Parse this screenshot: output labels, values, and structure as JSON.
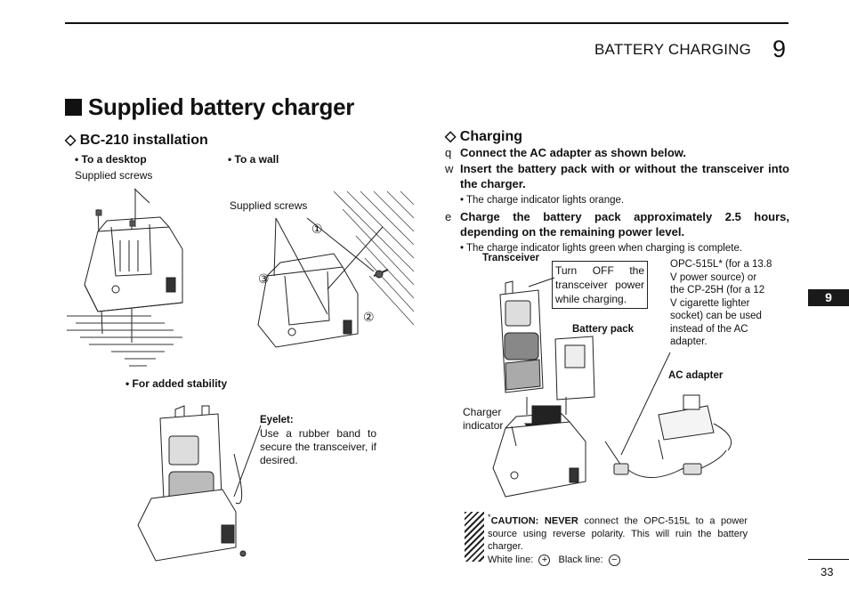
{
  "header": {
    "section_title": "BATTERY CHARGING",
    "chapter_number": "9"
  },
  "title": "Supplied battery charger",
  "installation": {
    "heading": "BC-210 installation",
    "desktop_label": "• To a desktop",
    "desktop_screws": "Supplied screws",
    "wall_label": "• To a wall",
    "wall_screws": "Supplied screws",
    "stability_label": "• For added stability",
    "eyelet_title": "Eyelet:",
    "eyelet_text": "Use a rubber band to secure the transceiver, if desired."
  },
  "charging": {
    "heading": "Charging",
    "steps": [
      {
        "marker": "q",
        "text": "Connect the AC adapter as shown below."
      },
      {
        "marker": "w",
        "text": "Insert the battery pack with or without the transceiver into the charger."
      },
      {
        "marker": "e",
        "text": "Charge the battery pack approximately 2.5 hours, depending on the remaining power level."
      }
    ],
    "bullet_orange": "• The charge indicator lights orange.",
    "bullet_green": "• The charge indicator lights green when charging is complete.",
    "labels": {
      "transceiver": "Transceiver",
      "turn_off": "Turn OFF the transceiver power while charging.",
      "opc_note": "OPC-515L* (for a 13.8 V power source) or the CP-25H (for a 12 V cigarette lighter socket) can be used instead of the AC adapter.",
      "battery_pack": "Battery pack",
      "ac_adapter": "AC adapter",
      "charger_indicator": "Charger indicator"
    },
    "caution": {
      "asterisk": "*",
      "lead": "CAUTION: NEVER",
      "text": " connect the OPC-515L to a power source using reverse polarity. This will ruin the battery charger.",
      "white_line": "White line:",
      "black_line": "Black line:"
    }
  },
  "side_tab": "9",
  "page_number": "33"
}
